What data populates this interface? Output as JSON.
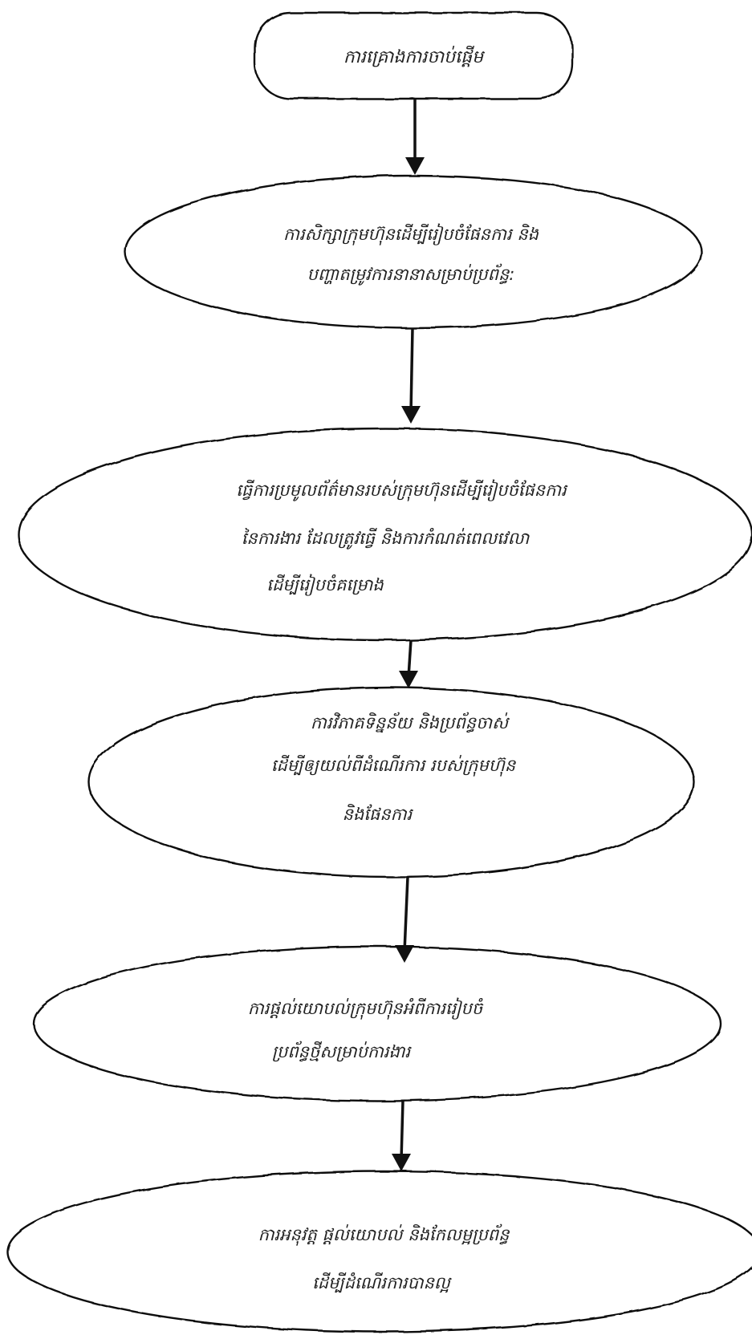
{
  "diagram": {
    "type": "flowchart",
    "style": "hand-drawn",
    "nodes": [
      {
        "id": "start",
        "shape": "rounded-rect",
        "lines": [
          "ការគ្រោងការចាប់ផ្តើម"
        ]
      },
      {
        "id": "step-1",
        "shape": "ellipse",
        "lines": [
          "ការសិក្សាក្រុមហ៊ុនដើម្បីរៀបចំផែនការ និង",
          "បញ្ហាតម្រូវការនានាសម្រាប់ប្រព័ន្ធ:"
        ]
      },
      {
        "id": "step-2",
        "shape": "ellipse",
        "lines": [
          "ធ្វើការប្រមូលព័ត៌មានរបស់ក្រុមហ៊ុនដើម្បីរៀបចំផែនការ",
          "នៃការងារ ដែលត្រូវធ្វើ និងការកំណត់ពេលវេលា",
          "ដើម្បីរៀបចំគម្រោង"
        ]
      },
      {
        "id": "step-3",
        "shape": "ellipse",
        "lines": [
          "ការវិភាគទិន្នន័យ និងប្រព័ន្ធចាស់",
          "ដើម្បីឲ្យយល់ពីដំណើរការ របស់ក្រុមហ៊ុន",
          "និងផែនការ"
        ]
      },
      {
        "id": "step-4",
        "shape": "ellipse",
        "lines": [
          "ការផ្តល់យោបល់ក្រុមហ៊ុនអំពីការរៀបចំ",
          "ប្រព័ន្ធថ្មីសម្រាប់ការងារ"
        ]
      },
      {
        "id": "step-5",
        "shape": "ellipse",
        "lines": [
          "ការអនុវត្ត ផ្តល់យោបល់ និងកែលម្អប្រព័ន្ធ",
          "ដើម្បីដំណើរការបានល្អ"
        ]
      }
    ],
    "edges": [
      {
        "from": "start",
        "to": "step-1"
      },
      {
        "from": "step-1",
        "to": "step-2"
      },
      {
        "from": "step-2",
        "to": "step-3"
      },
      {
        "from": "step-3",
        "to": "step-4"
      },
      {
        "from": "step-4",
        "to": "step-5"
      }
    ]
  }
}
